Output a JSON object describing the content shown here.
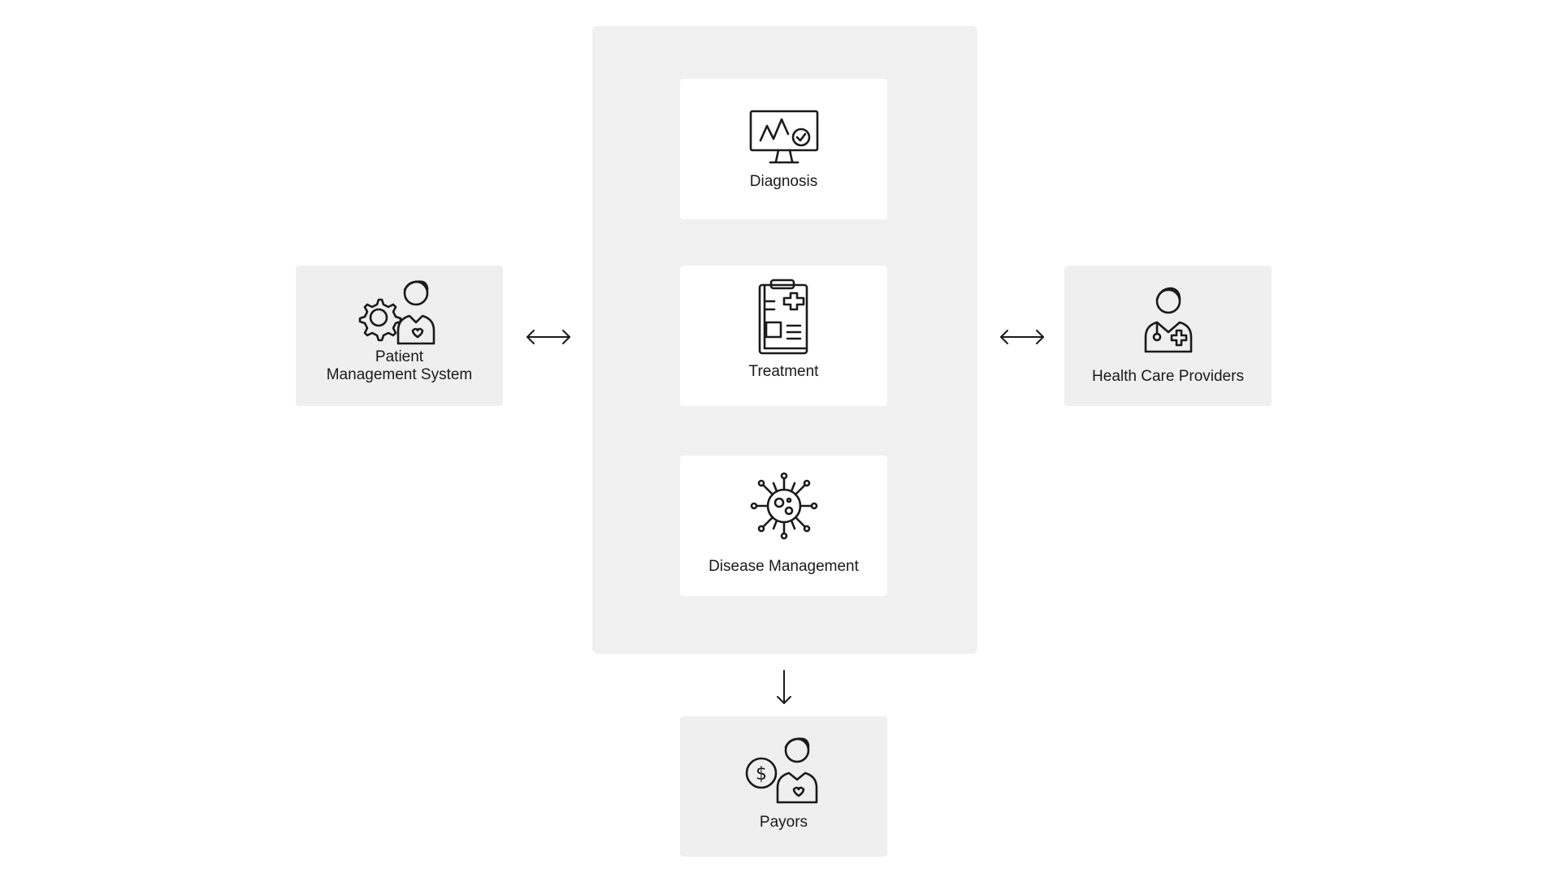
{
  "center_panel": {
    "cards": [
      {
        "id": "diagnosis",
        "label": "Diagnosis",
        "icon": "monitor-chart-icon"
      },
      {
        "id": "treatment",
        "label": "Treatment",
        "icon": "clipboard-medical-icon"
      },
      {
        "id": "disease",
        "label": "Disease Management",
        "icon": "virus-icon"
      }
    ]
  },
  "left_node": {
    "label_line1": "Patient",
    "label_line2": "Management System",
    "icon": "person-gear-icon"
  },
  "right_node": {
    "label": "Health Care Providers",
    "icon": "doctor-icon"
  },
  "bottom_node": {
    "label": "Payors",
    "icon": "person-dollar-icon"
  },
  "connectors": [
    {
      "from": "Patient Management System",
      "to": "center_panel",
      "style": "bidirectional"
    },
    {
      "from": "center_panel",
      "to": "Health Care Providers",
      "style": "bidirectional"
    },
    {
      "from": "center_panel",
      "to": "Payors",
      "style": "down"
    }
  ],
  "colors": {
    "panel": "#f0f0f0",
    "card_white": "#ffffff",
    "card_grey": "#efefef",
    "stroke": "#1a1a1a"
  }
}
